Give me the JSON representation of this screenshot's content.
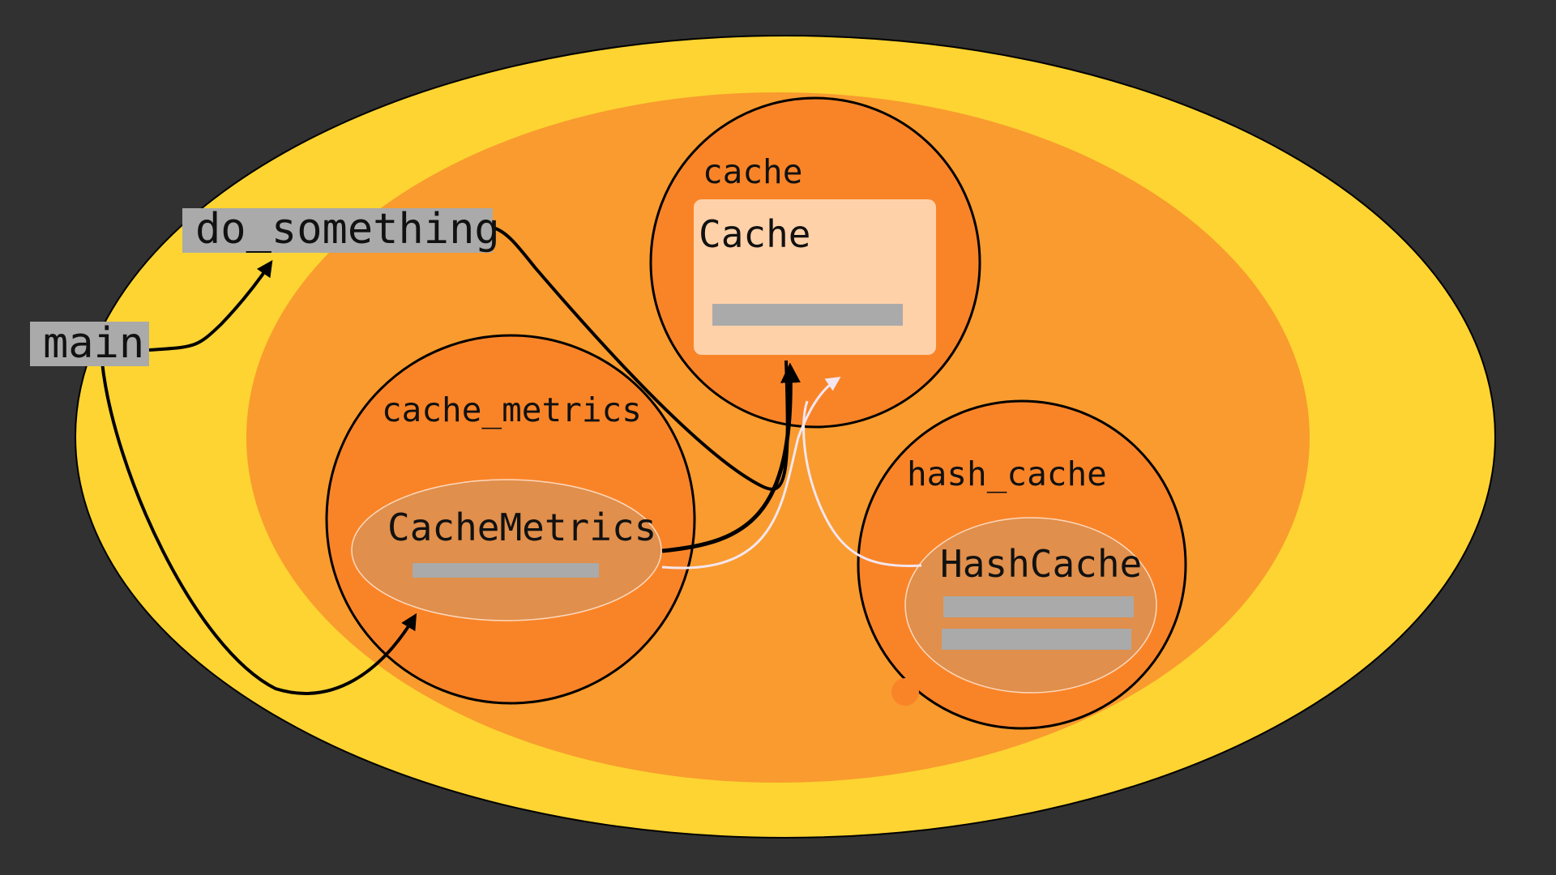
{
  "colors": {
    "background": "#313131",
    "outer_ellipse": "#fdd432",
    "inner_ellipse": "#f99b2e",
    "module_circle": "#f98428",
    "class_box_cache": "#ffd1a9",
    "class_ellipse": "#e08f4c",
    "function_box": "#aaaaaa",
    "member_bar": "#aaaaaa",
    "call_edge": "#000000",
    "inherit_edge": "#f4e6ee"
  },
  "functions": {
    "main": "main",
    "do_something": "do_something"
  },
  "modules": {
    "cache": {
      "label": "cache",
      "class_name": "Cache"
    },
    "cache_metrics": {
      "label": "cache_metrics",
      "class_name": "CacheMetrics"
    },
    "hash_cache": {
      "label": "hash_cache",
      "class_name": "HashCache"
    }
  },
  "edges": [
    {
      "from": "main",
      "to": "do_something",
      "kind": "call"
    },
    {
      "from": "main",
      "to": "CacheMetrics",
      "kind": "call"
    },
    {
      "from": "do_something",
      "to": "Cache",
      "kind": "call"
    },
    {
      "from": "CacheMetrics",
      "to": "Cache",
      "kind": "call"
    },
    {
      "from": "CacheMetrics",
      "to": "Cache",
      "kind": "inherit"
    },
    {
      "from": "HashCache",
      "to": "Cache",
      "kind": "inherit"
    }
  ]
}
